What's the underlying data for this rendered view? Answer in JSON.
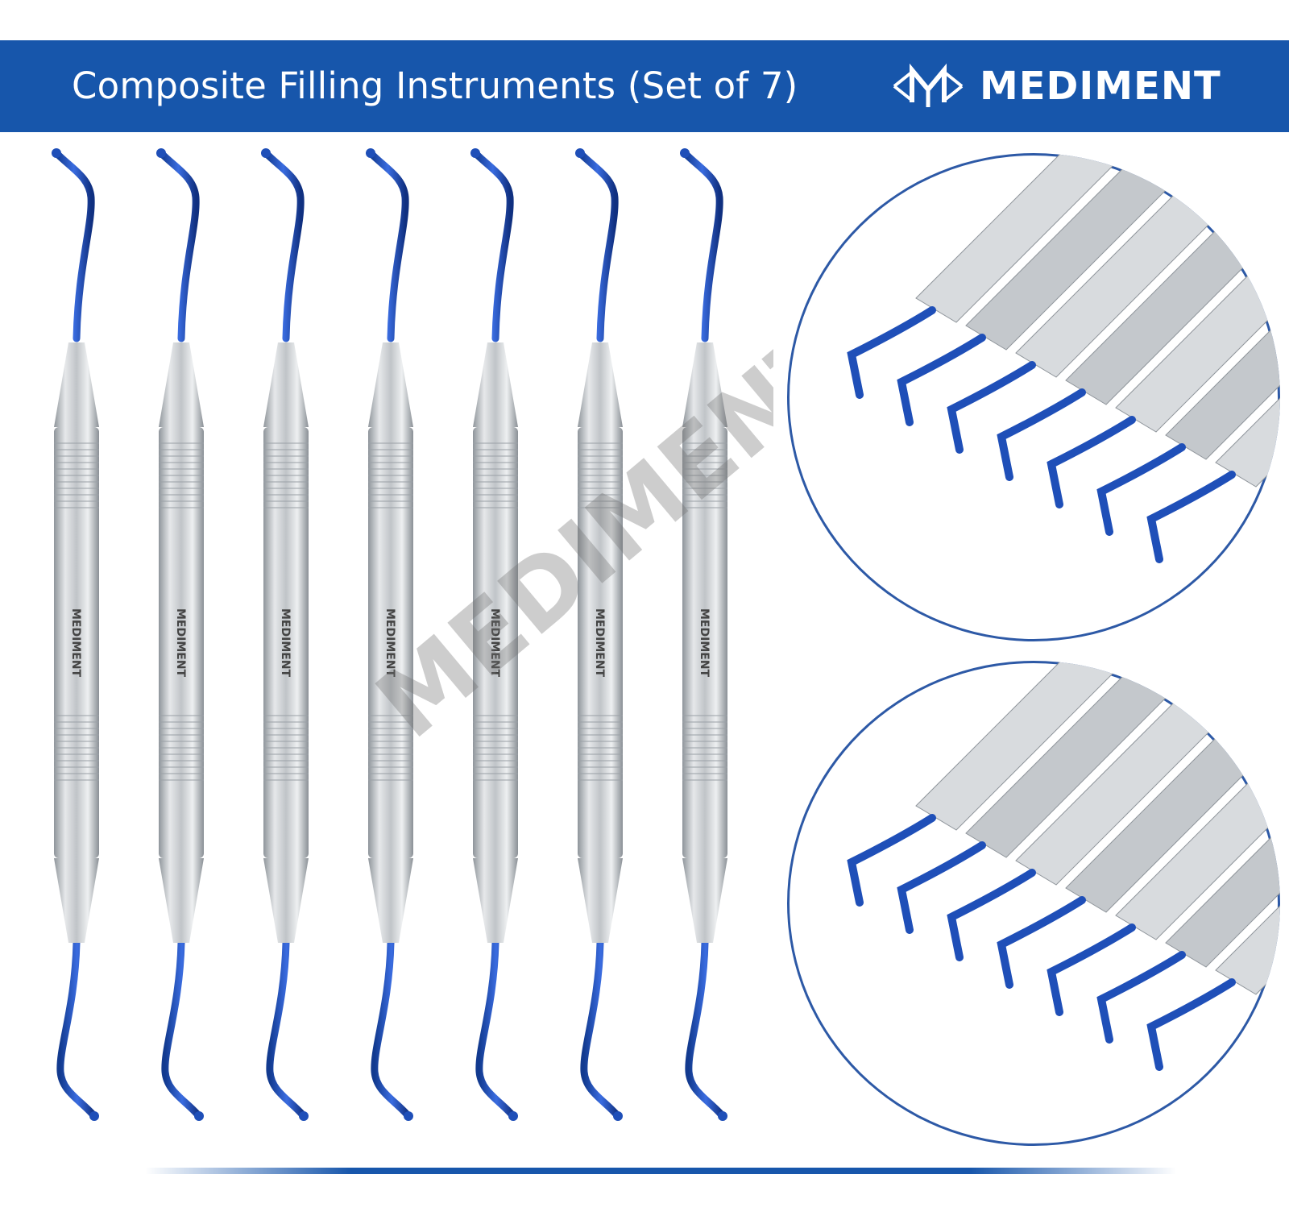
{
  "header": {
    "title": "Composite Filling Instruments (Set of 7)",
    "brand": "MEDIMENT",
    "color": "#1756ab"
  },
  "instruments": {
    "count": 7,
    "handle_engraving": "MEDIMENT",
    "tip_color": "#1f4fb8",
    "handle_color": "#c9ccd0"
  },
  "watermark": {
    "text": "MEDIMENT"
  },
  "detail_views": [
    {
      "name": "upper-tip-detail"
    },
    {
      "name": "lower-tip-detail"
    }
  ]
}
